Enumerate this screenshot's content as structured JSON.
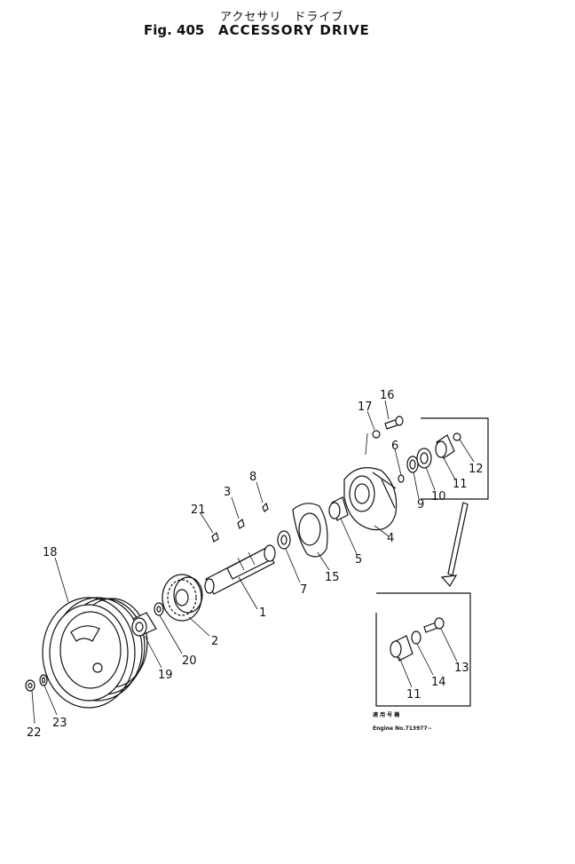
{
  "header": {
    "title_jp": "アクセサリ　ドライブ",
    "fig_label": "Fig. 405",
    "title_en": "ACCESSORY DRIVE"
  },
  "callouts": [
    "1",
    "2",
    "3",
    "4",
    "5",
    "6",
    "7",
    "8",
    "9",
    "10",
    "11",
    "12",
    "13",
    "14",
    "15",
    "16",
    "17",
    "18",
    "19",
    "20",
    "21",
    "22",
    "23"
  ],
  "inset": {
    "callouts": [
      "11",
      "14",
      "13"
    ],
    "note_line1": "適 用 号 機",
    "note_line2": "Engine No.713977~"
  }
}
